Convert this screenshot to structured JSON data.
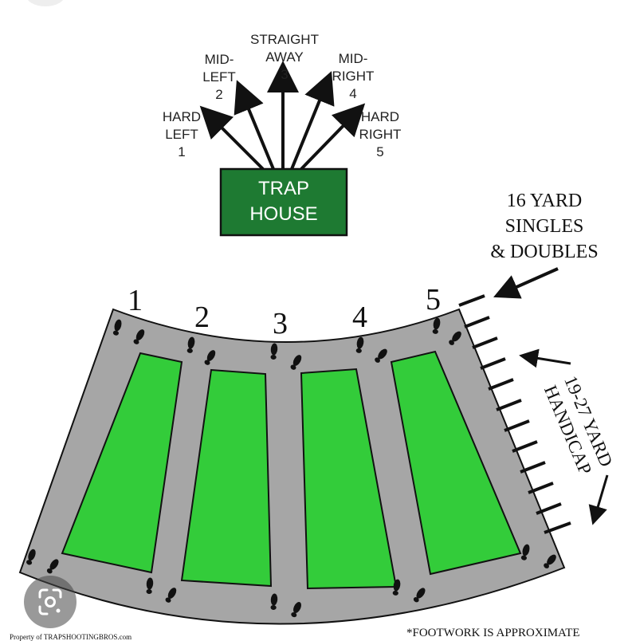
{
  "trap_house": {
    "line1": "TRAP",
    "line2": "HOUSE",
    "fill": "#1e7a32"
  },
  "directions": [
    {
      "l1": "HARD",
      "l2": "LEFT",
      "l3": "1"
    },
    {
      "l1": "MID-",
      "l2": "LEFT",
      "l3": "2"
    },
    {
      "l1": "STRAIGHT",
      "l2": "AWAY",
      "l3": "3"
    },
    {
      "l1": "MID-",
      "l2": "RIGHT",
      "l3": "4"
    },
    {
      "l1": "HARD",
      "l2": "RIGHT",
      "l3": "5"
    }
  ],
  "stations": [
    "1",
    "2",
    "3",
    "4",
    "5"
  ],
  "singles_label": {
    "l1": "16 YARD",
    "l2": "SINGLES",
    "l3": "& DOUBLES"
  },
  "handicap_label": {
    "l1": "19-27 YARD",
    "l2": "HANDICAP"
  },
  "footer": {
    "left": "Property of TRAPSHOOTINGBROS.com",
    "right": "*FOOTWORK IS APPROXIMATE"
  },
  "colors": {
    "pad_green": "#33cc3a",
    "walkway_gray": "#a6a6a6",
    "outline": "#111111"
  },
  "icons": [
    "footprint-icon",
    "google-lens-icon"
  ]
}
